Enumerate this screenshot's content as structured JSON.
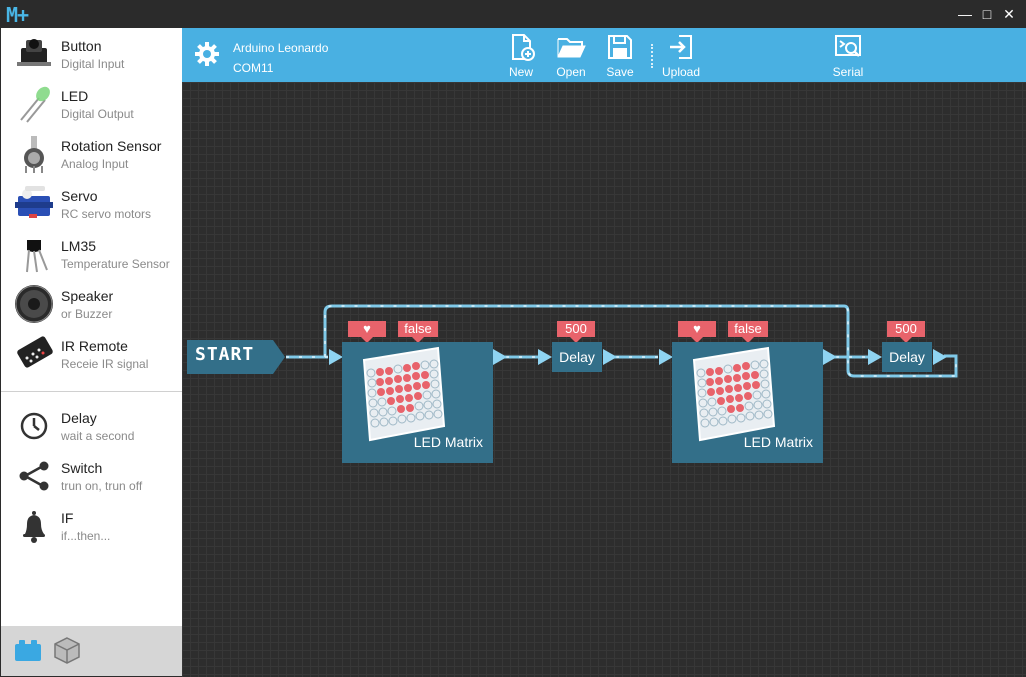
{
  "app": {
    "logo": "M+"
  },
  "window": {
    "minimize": "—",
    "maximize": "□",
    "close": "✕"
  },
  "sidebar": {
    "components": [
      {
        "name": "Button",
        "sub": "Digital Input",
        "icon": "push-button-icon"
      },
      {
        "name": "LED",
        "sub": "Digital Output",
        "icon": "led-icon"
      },
      {
        "name": "Rotation Sensor",
        "sub": "Analog Input",
        "icon": "potentiometer-icon"
      },
      {
        "name": "Servo",
        "sub": "RC servo motors",
        "icon": "servo-icon"
      },
      {
        "name": "LM35",
        "sub": "Temperature Sensor",
        "icon": "temperature-sensor-icon"
      },
      {
        "name": "Speaker",
        "sub": "or Buzzer",
        "icon": "speaker-icon"
      },
      {
        "name": "IR Remote",
        "sub": "Receie IR signal",
        "icon": "remote-icon"
      }
    ],
    "logic": [
      {
        "name": "Delay",
        "sub": "wait a second",
        "icon": "clock-icon"
      },
      {
        "name": "Switch",
        "sub": "trun on, trun off",
        "icon": "switch-branch-icon"
      },
      {
        "name": "IF",
        "sub": "if...then...",
        "icon": "bell-icon"
      }
    ],
    "footer": {
      "active_tab": "blocks-tab-icon",
      "other_tab": "box-tab-icon"
    }
  },
  "toolbar": {
    "board": "Arduino Leonardo",
    "port": "COM11",
    "new_label": "New",
    "open_label": "Open",
    "save_label": "Save",
    "upload_label": "Upload",
    "serial_label": "Serial"
  },
  "canvas": {
    "start_label": "START",
    "blocks": [
      {
        "type": "LED Matrix",
        "label": "LED Matrix",
        "tag_left": "♥",
        "tag_right": "false"
      },
      {
        "type": "Delay",
        "label": "Delay",
        "value": "500"
      },
      {
        "type": "LED Matrix",
        "label": "LED Matrix",
        "tag_left": "♥",
        "tag_right": "false"
      },
      {
        "type": "Delay",
        "label": "Delay",
        "value": "500"
      }
    ]
  },
  "colors": {
    "accent": "#49b0e2",
    "block": "#336f89",
    "tag": "#e8636b",
    "wire": "#8fd4f2"
  }
}
